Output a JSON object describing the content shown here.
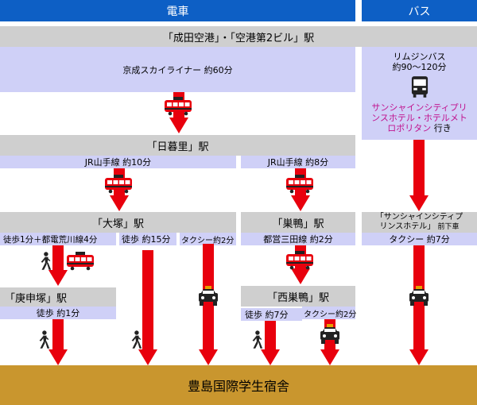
{
  "header": {
    "train_label": "電車",
    "bus_label": "バス"
  },
  "rows": {
    "airport": "「成田空港」・「空港第2ビル」駅",
    "skyliner": "京成スカイライナー 約60分",
    "nippori": "「日暮里」駅",
    "yamanote_10": "JR山手線 約10分",
    "yamanote_8": "JR山手線 約8分",
    "otsuka": "「大塚」駅",
    "sugamo": "「巣鴨」駅",
    "otsuka_walk_tram": "徒歩1分＋都電荒川線4分",
    "otsuka_walk": "徒歩 約15分",
    "otsuka_taxi": "タクシー約2分",
    "mita_line": "都営三田線 約2分",
    "koshinzuka": "「庚申塚」駅",
    "koshinzuka_walk": "徒歩 約1分",
    "nishisugamo": "「西巣鴨」駅",
    "nishisugamo_walk": "徒歩 約7分",
    "nishisugamo_taxi": "タクシー約2分"
  },
  "bus": {
    "name": "リムジンバス",
    "time": "約90〜120分",
    "dest_line1": "サンシャインシティプリ",
    "dest_line2": "ンスホテル・ホテルメト",
    "dest_line3": "ロポリタン",
    "dest_suffix": "行き",
    "stop_line1": "「サンシャインシティプ",
    "stop_line2": "リンスホテル」",
    "stop_suffix": "前下車",
    "taxi": "タクシー 約7分"
  },
  "destination": "豊島国際学生宿舎",
  "colors": {
    "header_blue": "#0d5fc5",
    "arrow_red": "#e8000d",
    "station_gray": "#cfcfcf",
    "route_lavender": "#cfd0f7",
    "ground_gold": "#c9962e",
    "bus_destination_magenta": "#c0128e"
  },
  "icons": [
    "train-icon",
    "bus-icon",
    "taxi-icon",
    "pedestrian-icon"
  ]
}
